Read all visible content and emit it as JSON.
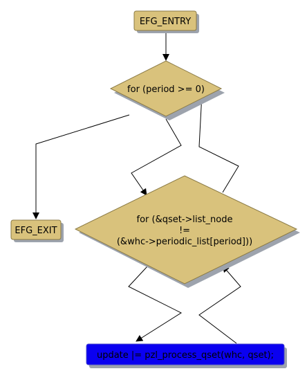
{
  "diagram": {
    "colors": {
      "node_fill": "#d9c27c",
      "node_stroke": "#8a7a45",
      "shadow": "#9da3ad",
      "action_fill": "#0a00f0",
      "action_stroke": "#4b4bc8",
      "action_text": "#000000",
      "edge": "#000000",
      "background": "#ffffff"
    },
    "nodes": {
      "entry": {
        "label": "EFG_ENTRY"
      },
      "loop_outer": {
        "label": "for (period >= 0)"
      },
      "loop_inner": {
        "line1": "for (&qset->list_node",
        "line2": "!=",
        "line3": "(&whc->periodic_list[period]))"
      },
      "exit": {
        "label": "EFG_EXIT"
      },
      "action": {
        "label": "update |= pzl_process_qset(whc, qset);"
      }
    }
  }
}
